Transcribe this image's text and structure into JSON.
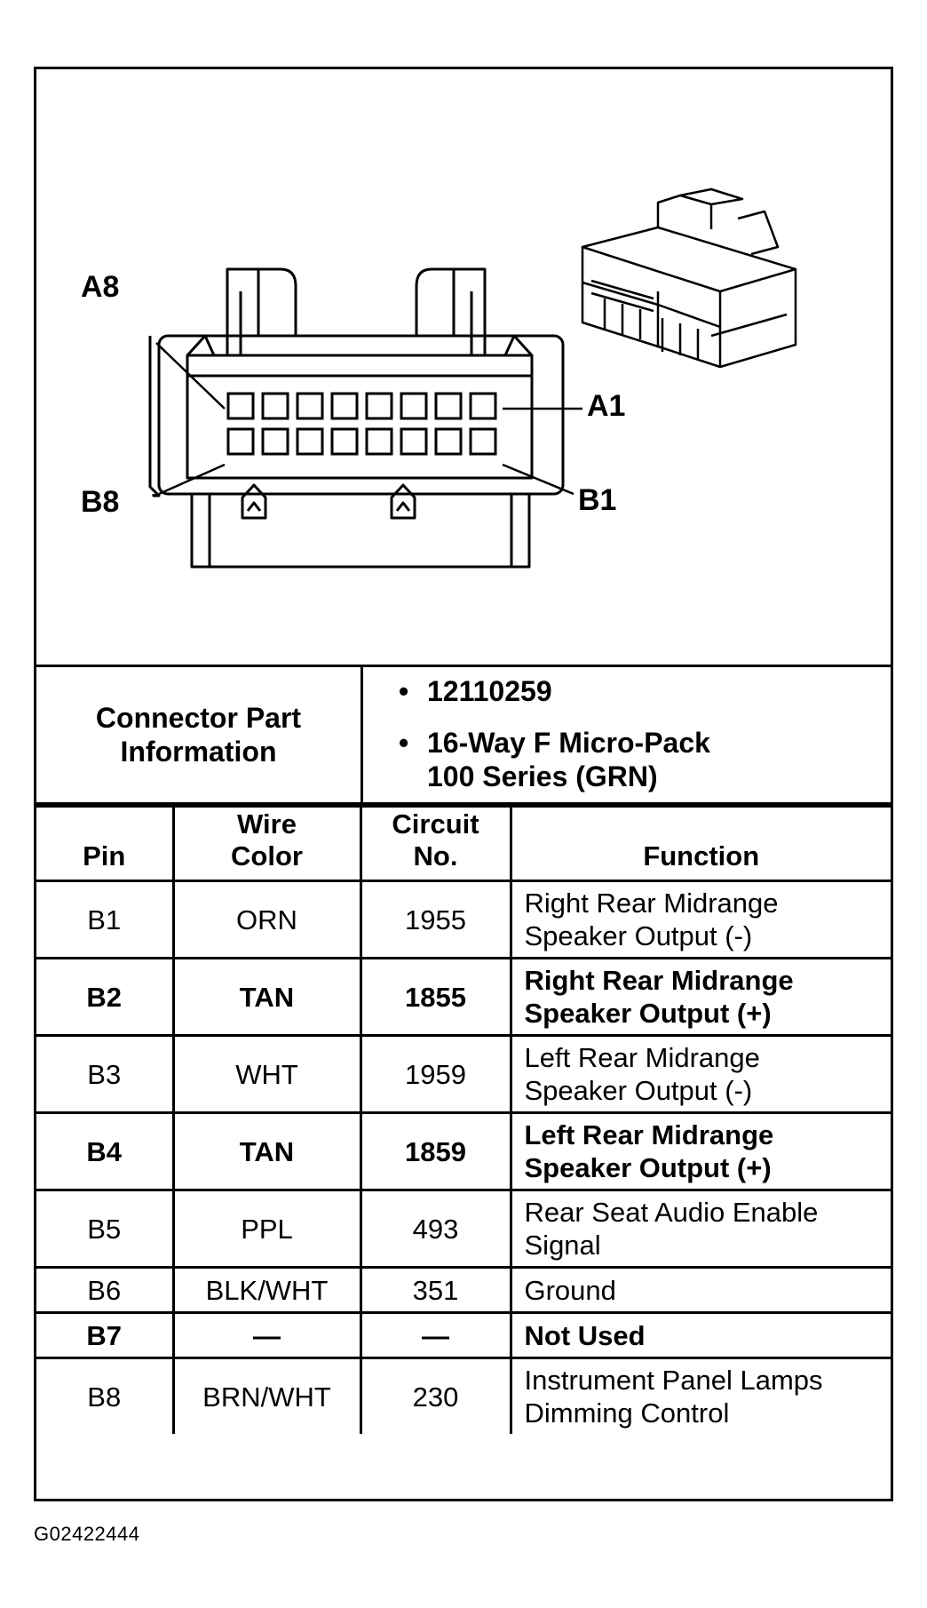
{
  "diagram": {
    "callouts": {
      "a8": "A8",
      "a1": "A1",
      "b8": "B8",
      "b1": "B1"
    },
    "pins_per_row": 8,
    "rows": 2
  },
  "connector_info": {
    "label_line1": "Connector Part",
    "label_line2": "Information",
    "part_number": "12110259",
    "description_line1": "16-Way F Micro-Pack",
    "description_line2": "100 Series (GRN)"
  },
  "pin_table": {
    "headers": {
      "pin": "Pin",
      "wire_color_line1": "Wire",
      "wire_color_line2": "Color",
      "circuit_line1": "Circuit",
      "circuit_line2": "No.",
      "function": "Function"
    },
    "rows": [
      {
        "pin": "B1",
        "wire_color": "ORN",
        "circuit": "1955",
        "function_line1": "Right Rear Midrange",
        "function_line2": "Speaker Output (-)",
        "bold": false
      },
      {
        "pin": "B2",
        "wire_color": "TAN",
        "circuit": "1855",
        "function_line1": "Right Rear Midrange",
        "function_line2": "Speaker Output (+)",
        "bold": true
      },
      {
        "pin": "B3",
        "wire_color": "WHT",
        "circuit": "1959",
        "function_line1": "Left Rear Midrange",
        "function_line2": "Speaker Output (-)",
        "bold": false
      },
      {
        "pin": "B4",
        "wire_color": "TAN",
        "circuit": "1859",
        "function_line1": "Left Rear Midrange",
        "function_line2": "Speaker Output (+)",
        "bold": true
      },
      {
        "pin": "B5",
        "wire_color": "PPL",
        "circuit": "493",
        "function_line1": "Rear Seat Audio Enable",
        "function_line2": "Signal",
        "bold": false
      },
      {
        "pin": "B6",
        "wire_color": "BLK/WHT",
        "circuit": "351",
        "function_line1": "Ground",
        "function_line2": "",
        "bold": false
      },
      {
        "pin": "B7",
        "wire_color": "—",
        "circuit": "—",
        "function_line1": "Not Used",
        "function_line2": "",
        "bold": true
      },
      {
        "pin": "B8",
        "wire_color": "BRN/WHT",
        "circuit": "230",
        "function_line1": "Instrument Panel Lamps",
        "function_line2": "Dimming Control",
        "bold": false
      }
    ]
  },
  "figure_id": "G02422444"
}
